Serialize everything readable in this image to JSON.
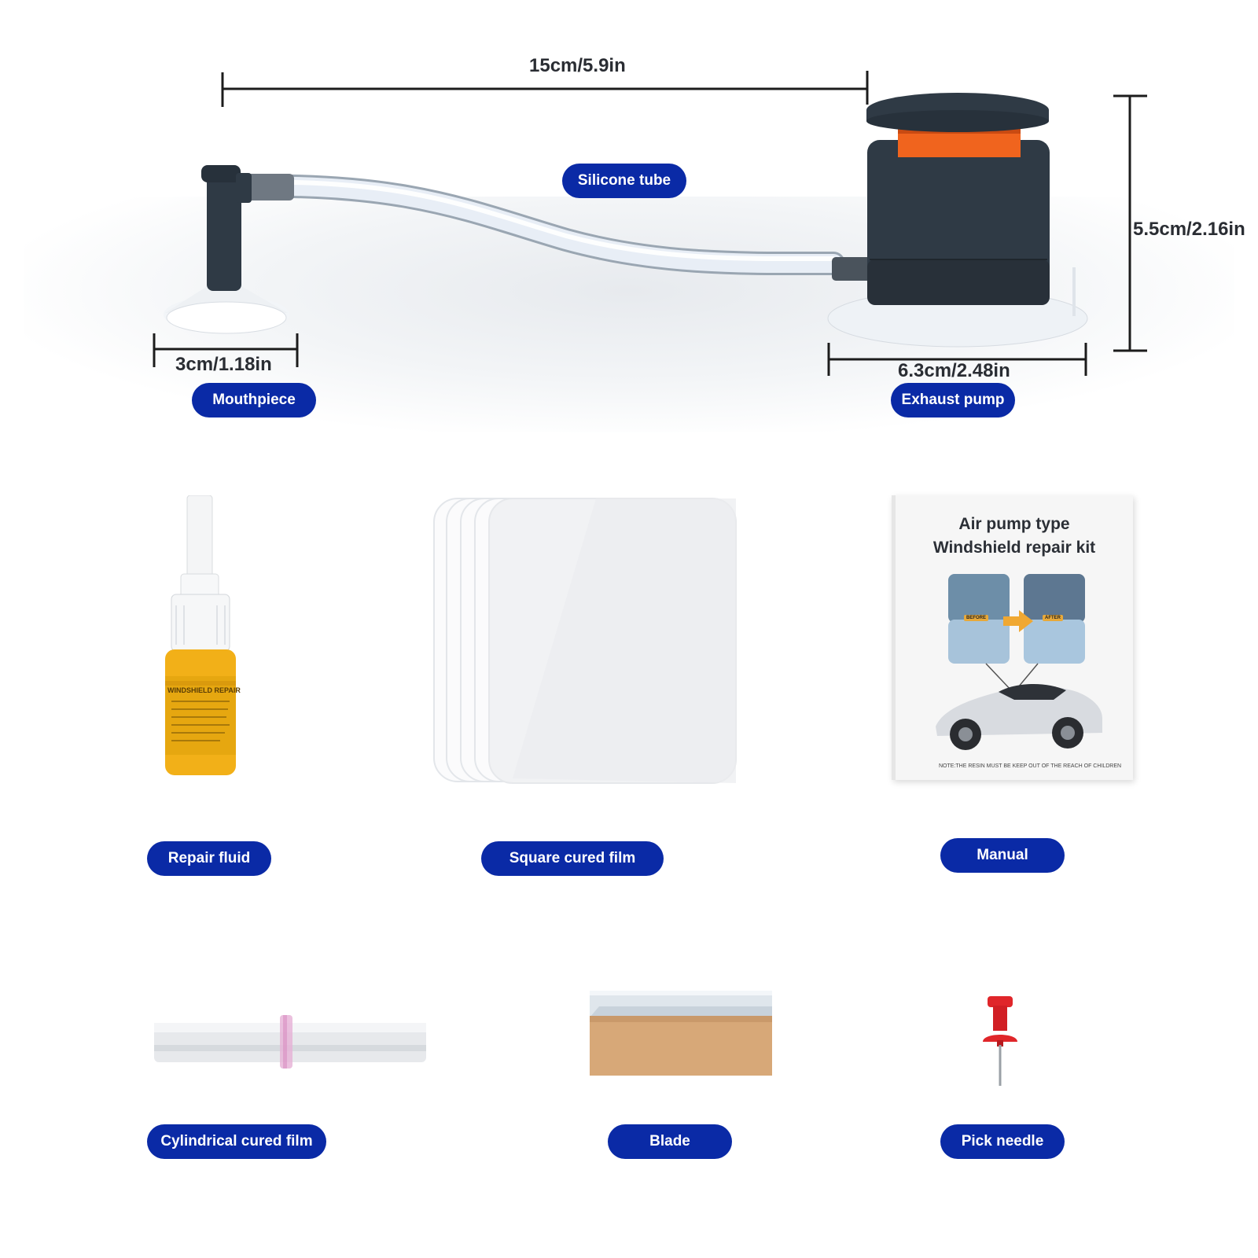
{
  "dimensions": {
    "length": "15cm/5.9in",
    "height": "5.5cm/2.16in",
    "mouthpiece_width": "3cm/1.18in",
    "pump_width": "6.3cm/2.48in"
  },
  "labels": {
    "silicone_tube": "Silicone tube",
    "mouthpiece": "Mouthpiece",
    "exhaust_pump": "Exhaust pump",
    "repair_fluid": "Repair fluid",
    "square_cured_film": "Square cured film",
    "manual": "Manual",
    "cylindrical_cured_film": "Cylindrical cured film",
    "blade": "Blade",
    "pick_needle": "Pick needle"
  },
  "manual": {
    "title_line1": "Air pump type",
    "title_line2": "Windshield repair kit",
    "before": "BEFORE",
    "after": "AFTER",
    "footer": "NOTE:THE RESIN MUST BE KEEP OUT OF THE REACH OF CHILDREN"
  },
  "bottle": {
    "label_heading": "WINDSHIELD REPAIR"
  },
  "colors": {
    "pill": "#0a2aa6",
    "pump_body": "#2f3a45",
    "pump_ring": "#f0641e",
    "fluid": "#f2b018",
    "pin": "#e0262a"
  }
}
